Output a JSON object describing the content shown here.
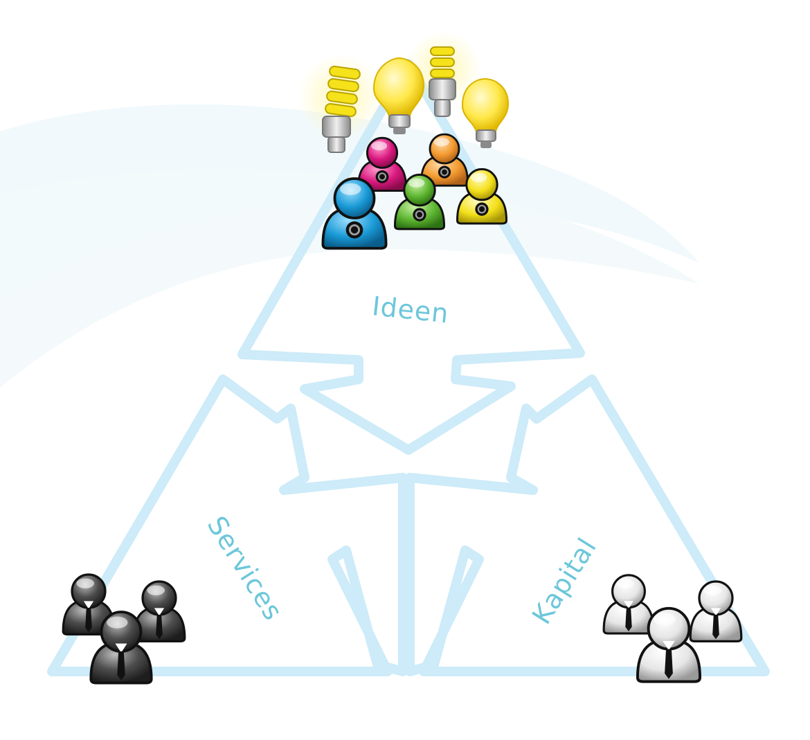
{
  "diagram": {
    "labels": {
      "ideen": "Ideen",
      "services": "Services",
      "kapital": "Kapital"
    },
    "colors": {
      "outline": "#cdebf8",
      "label": "#6cc7da",
      "swoosh": "#eef7fb",
      "person_blue": "#1a9ad6",
      "person_pink": "#d9187e",
      "person_orange": "#f29a2e",
      "person_green": "#5db530",
      "person_yellow": "#f4e01a",
      "person_dark": "#4d4d4d",
      "person_light": "#e6e6e6",
      "bulb_yellow": "#ffe84a"
    },
    "icons": {
      "top_group": "colorful-people-group-icon",
      "bulbs": "light-bulb-icon",
      "left_group": "dark-businessmen-group-icon",
      "right_group": "light-businessmen-group-icon"
    }
  }
}
